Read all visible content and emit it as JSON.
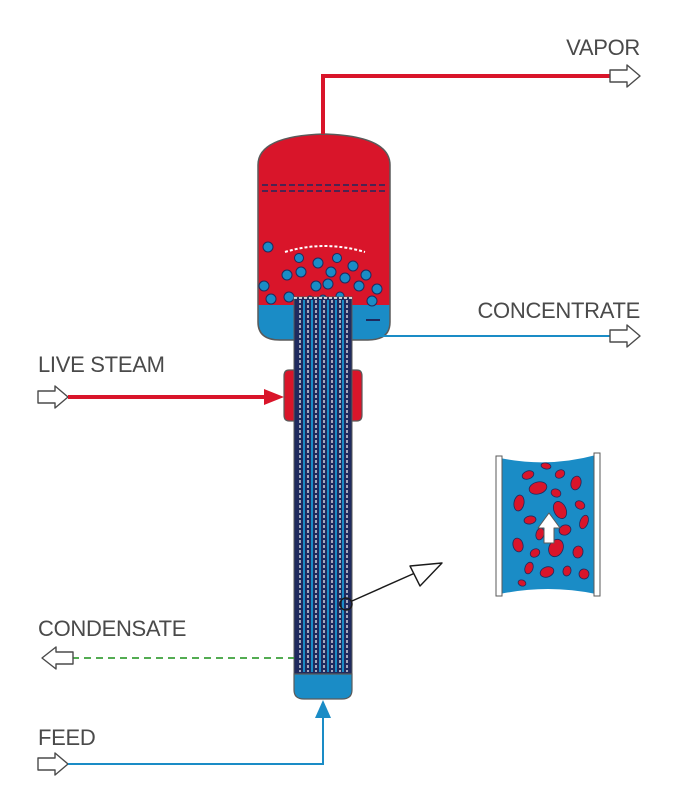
{
  "labels": {
    "vapor": "VAPOR",
    "concentrate": "CONCENTRATE",
    "live_steam": "LIVE STEAM",
    "condensate": "CONDENSATE",
    "feed": "FEED"
  },
  "colors": {
    "steam_red": "#d9152a",
    "liquid_blue": "#1a8cc6",
    "condensate_green": "#3ba13a",
    "tube_navy": "#1f2a5e",
    "outline": "#5a5a5a",
    "text": "#4a4a4a"
  },
  "icons": {
    "outlet_arrow": "hollow-arrow-right",
    "inlet_arrow": "hollow-arrow-right",
    "condensate_arrow": "hollow-arrow-left",
    "detail_pointer": "hollow-arrow-pointer",
    "flow_direction": "white-arrow-up"
  }
}
